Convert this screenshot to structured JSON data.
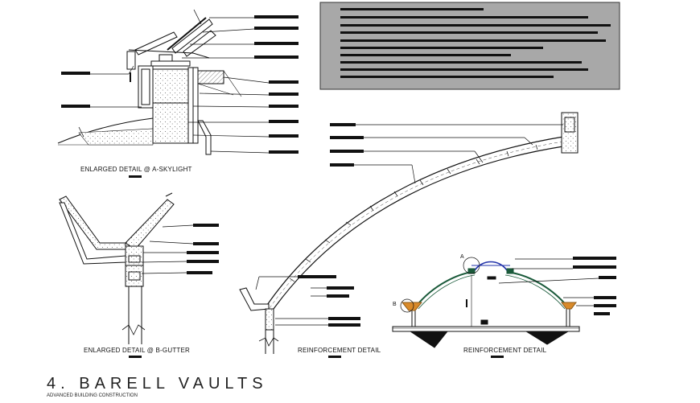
{
  "captions": {
    "skylight": "ENLARGED DETAIL @ A-SKYLIGHT",
    "gutter": "ENLARGED DETAIL @ B-GUTTER",
    "reinforcement_1": "REINFORCEMENT  DETAIL",
    "reinforcement_2": "REINFORCEMENT  DETAIL"
  },
  "sheet": {
    "number_title": "4.  BARELL  VAULTS",
    "subtitle": "ADVANCED BUILDING CONSTRUCTION"
  },
  "markers": {
    "a": "A",
    "b": "B"
  },
  "colors": {
    "line": "#111111",
    "notes_box": "#a8a8a8",
    "skylight_blue": "#2233aa",
    "vault_green": "#1a5a3a",
    "gutter_orange": "#d98a2a"
  }
}
